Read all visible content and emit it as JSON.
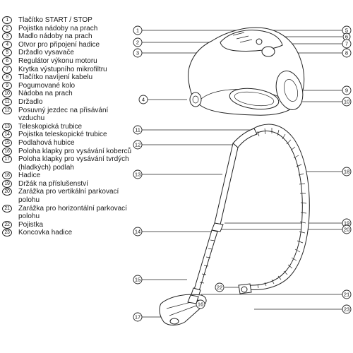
{
  "legend": [
    {
      "num": "1",
      "text": "Tlačítko START / STOP"
    },
    {
      "num": "2",
      "text": "Pojistka nádoby na prach"
    },
    {
      "num": "3",
      "text": "Madlo nádoby na prach"
    },
    {
      "num": "4",
      "text": "Otvor pro připojení hadice"
    },
    {
      "num": "5",
      "text": "Držadlo vysavače"
    },
    {
      "num": "6",
      "text": "Regulátor výkonu motoru"
    },
    {
      "num": "7",
      "text": "Krytka výstupního mikrofiltru"
    },
    {
      "num": "8",
      "text": "Tlačítko navíjení kabelu"
    },
    {
      "num": "9",
      "text": "Pogumované kolo"
    },
    {
      "num": "10",
      "text": "Nádoba na prach"
    },
    {
      "num": "11",
      "text": "Držadlo"
    },
    {
      "num": "12",
      "text": "Posuvný jezdec na přisávání vzduchu"
    },
    {
      "num": "13",
      "text": "Teleskopická trubice"
    },
    {
      "num": "14",
      "text": "Pojistka teleskopické trubice"
    },
    {
      "num": "15",
      "text": "Podlahová hubice"
    },
    {
      "num": "16",
      "text": "Poloha klapky pro vysávání koberců"
    },
    {
      "num": "17",
      "text": "Poloha klapky pro vysávání tvrdých (hladkých) podlah"
    },
    {
      "num": "18",
      "text": "Hadice"
    },
    {
      "num": "19",
      "text": "Držák na příslušenství"
    },
    {
      "num": "20",
      "text": "Zarážka pro vertikální parkovací polohu"
    },
    {
      "num": "21",
      "text": "Zarážka pro horizontální parkovací polohu"
    },
    {
      "num": "22",
      "text": "Pojistka"
    },
    {
      "num": "23",
      "text": "Koncovka hadice"
    }
  ],
  "callouts": {
    "c1": "1",
    "c2": "2",
    "c3": "3",
    "c4": "4",
    "c5": "5",
    "c6": "6",
    "c7": "7",
    "c8": "8",
    "c9": "9",
    "c10": "10",
    "c11": "11",
    "c12": "12",
    "c13": "13",
    "c14": "14",
    "c15": "15",
    "c16": "16",
    "c17": "17",
    "c18": "18",
    "c19": "19",
    "c20": "20",
    "c21": "21",
    "c22": "22",
    "c23": "23"
  }
}
